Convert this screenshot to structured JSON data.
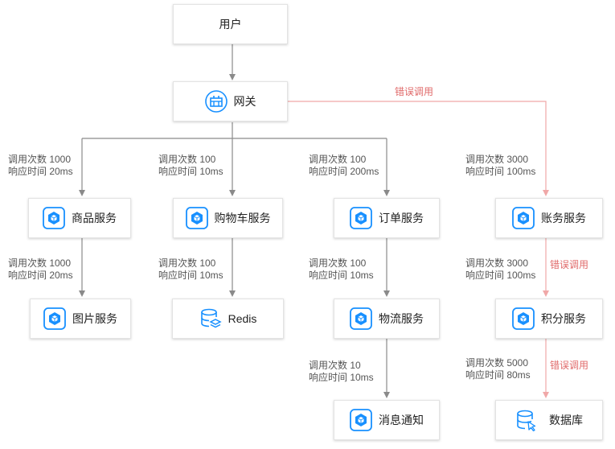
{
  "nodes": {
    "user": "用户",
    "gateway": "网关",
    "goods": "商品服务",
    "cart": "购物车服务",
    "order": "订单服务",
    "account": "账务服务",
    "image": "图片服务",
    "redis": "Redis",
    "logistics": "物流服务",
    "points": "积分服务",
    "notify": "消息通知",
    "database": "数据库"
  },
  "stats": {
    "goods": {
      "calls": "调用次数 1000",
      "time": "响应时间 20ms"
    },
    "cart": {
      "calls": "调用次数 100",
      "time": "响应时间 10ms"
    },
    "order": {
      "calls": "调用次数 100",
      "time": "响应时间 200ms"
    },
    "account": {
      "calls": "调用次数 3000",
      "time": "响应时间 100ms"
    },
    "image": {
      "calls": "调用次数 1000",
      "time": "响应时间 20ms"
    },
    "redis": {
      "calls": "调用次数 100",
      "time": "响应时间 10ms"
    },
    "logistics": {
      "calls": "调用次数 100",
      "time": "响应时间 10ms"
    },
    "points": {
      "calls": "调用次数 3000",
      "time": "响应时间 100ms"
    },
    "notify": {
      "calls": "调用次数 10",
      "time": "响应时间 10ms"
    },
    "database": {
      "calls": "调用次数 5000",
      "time": "响应时间 80ms"
    }
  },
  "error_labels": {
    "gateway_account": "错误调用",
    "account_points": "错误调用",
    "points_database": "错误调用"
  },
  "icons": {
    "gateway": "gateway-icon",
    "service": "service-cube-icon",
    "redis": "redis-database-icon",
    "database": "database-icon"
  },
  "colors": {
    "normal_edge": "#8a8a8a",
    "error_edge": "#f0a8a8",
    "error_text": "#e06a6a",
    "icon_blue": "#1890ff"
  }
}
